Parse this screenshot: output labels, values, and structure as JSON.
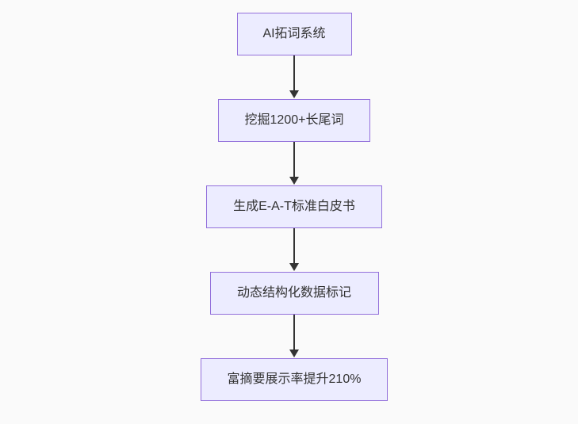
{
  "diagram": {
    "type": "flowchart",
    "direction": "top-down",
    "nodes": [
      {
        "id": "A",
        "label": "AI拓词系统"
      },
      {
        "id": "B",
        "label": "挖掘1200+长尾词"
      },
      {
        "id": "C",
        "label": "生成E-A-T标准白皮书"
      },
      {
        "id": "D",
        "label": "动态结构化数据标记"
      },
      {
        "id": "E",
        "label": "富摘要展示率提升210%"
      }
    ],
    "edges": [
      {
        "from": "A",
        "to": "B"
      },
      {
        "from": "B",
        "to": "C"
      },
      {
        "from": "C",
        "to": "D"
      },
      {
        "from": "D",
        "to": "E"
      }
    ],
    "colors": {
      "node_fill": "#ECECFF",
      "node_border": "#9370DB",
      "arrow": "#333333",
      "text": "#333333",
      "background": "#FAFAFA"
    }
  }
}
